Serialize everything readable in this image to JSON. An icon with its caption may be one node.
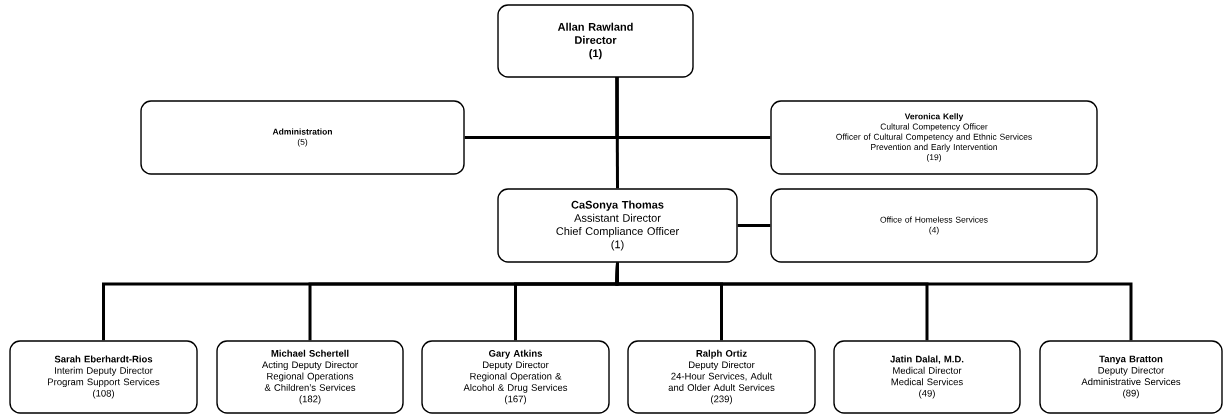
{
  "diagram": {
    "nodes": [
      {
        "text": [
          "Allan Rawland",
          "Director",
          "(1)"
        ]
      },
      {
        "text": [
          "Administration",
          "(5)"
        ]
      },
      {
        "text": [
          "Veronica Kelly",
          "Cultural Competency Officer",
          "Officer of Cultural Competency and Ethnic Services",
          "Prevention and Early Intervention",
          "(19)"
        ]
      },
      {
        "text": [
          "CaSonya Thomas",
          "Assistant Director",
          "Chief Compliance Officer",
          "(1)"
        ]
      },
      {
        "text": [
          "Office of Homeless Services",
          "(4)"
        ]
      },
      {
        "text": [
          "Sarah Eberhardt-Rios",
          "Interim Deputy Director",
          "Program Support Services",
          "(108)"
        ]
      },
      {
        "text": [
          "Michael Schertell",
          "Acting Deputy Director",
          "Regional Operations & Children’s Services",
          "(182)"
        ]
      },
      {
        "text": [
          "Gary Atkins",
          "Deputy Director",
          "Regional Operation & Alcohol & Drug Services",
          "(167)"
        ]
      },
      {
        "text": [
          "Ralph Ortiz",
          "Deputy Director",
          "24-Hour Services, Adult and Older Adult Services",
          "(239)"
        ]
      },
      {
        "text": [
          "Jatin Dalal, M.D.",
          "Medical Director",
          "Medical Services",
          "(49)"
        ]
      },
      {
        "text": [
          "Tanya Bratton",
          "Deputy Director",
          "Administrative Services",
          "(89)"
        ]
      }
    ],
    "edges": [
      {
        "from": 0,
        "to": 1,
        "arrow": "none"
      },
      {
        "from": 0,
        "to": 2,
        "arrow": "none"
      },
      {
        "from": 0,
        "to": 3,
        "arrow": "none"
      },
      {
        "from": 3,
        "to": 4,
        "arrow": "none"
      },
      {
        "from": 3,
        "to": 5,
        "arrow": "none"
      },
      {
        "from": 3,
        "to": 6,
        "arrow": "none"
      },
      {
        "from": 3,
        "to": 7,
        "arrow": "none"
      },
      {
        "from": 3,
        "to": 8,
        "arrow": "none"
      },
      {
        "from": 3,
        "to": 9,
        "arrow": "none"
      },
      {
        "from": 3,
        "to": 10,
        "arrow": "none"
      }
    ]
  }
}
